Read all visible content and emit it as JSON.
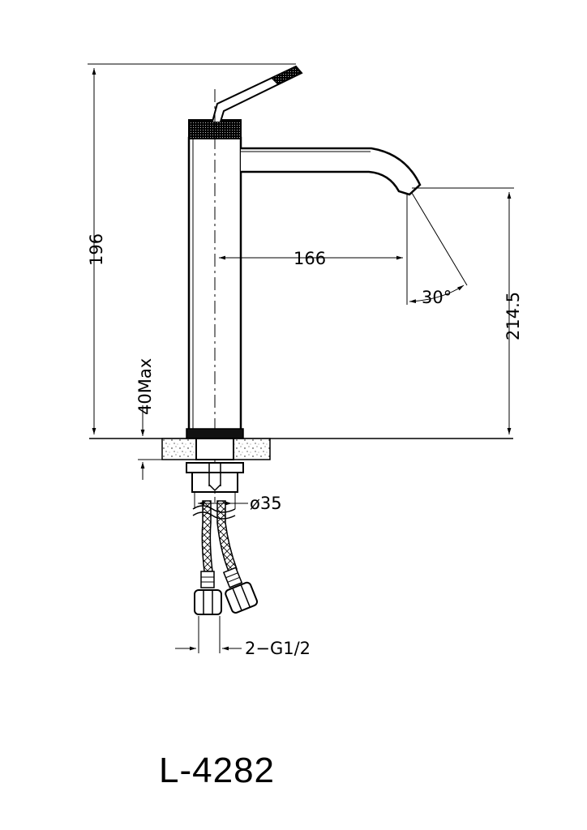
{
  "drawing": {
    "model": "L-4282",
    "dimensions": {
      "height_body": "196",
      "height_total": "214.5",
      "spout_reach": "166",
      "spout_angle": "30°",
      "deck_thickness": "40Max",
      "base_diameter": "ø35",
      "connection": "2−G1/2"
    }
  }
}
